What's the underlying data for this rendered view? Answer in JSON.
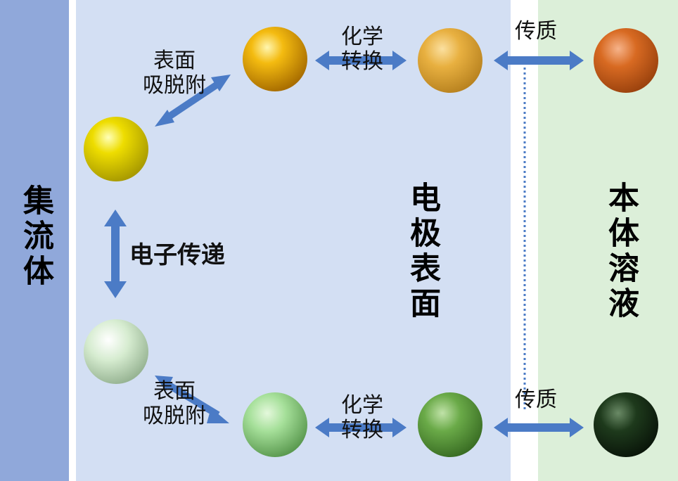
{
  "regions": {
    "current_collector": "集流体",
    "electrode_surface": "电极表面",
    "bulk_solution": "本体溶液"
  },
  "labels": {
    "top_adsorption": "表面\n吸脱附",
    "top_chemical": "化学\n转换",
    "top_mass_transfer": "传质",
    "electron_transfer": "电子传递",
    "bottom_adsorption": "表面\n吸脱附",
    "bottom_chemical": "化学\n转换",
    "bottom_mass_transfer": "传质"
  },
  "colors": {
    "arrow": "#4b7bc6",
    "collector_bg": "#90a8da",
    "surface_bg": "#d3dff3",
    "bulk_bg": "#dcefd9",
    "ball_top_1": "#f0b000",
    "ball_top_2": "#e8b040",
    "ball_top_3": "#d86a22",
    "ball_top_left": "#eedd00",
    "ball_bottom_left": "#d6ecd0",
    "ball_bottom_1": "#a6e09a",
    "ball_bottom_2": "#6aaa48",
    "ball_bottom_3": "#1e3a1c"
  }
}
